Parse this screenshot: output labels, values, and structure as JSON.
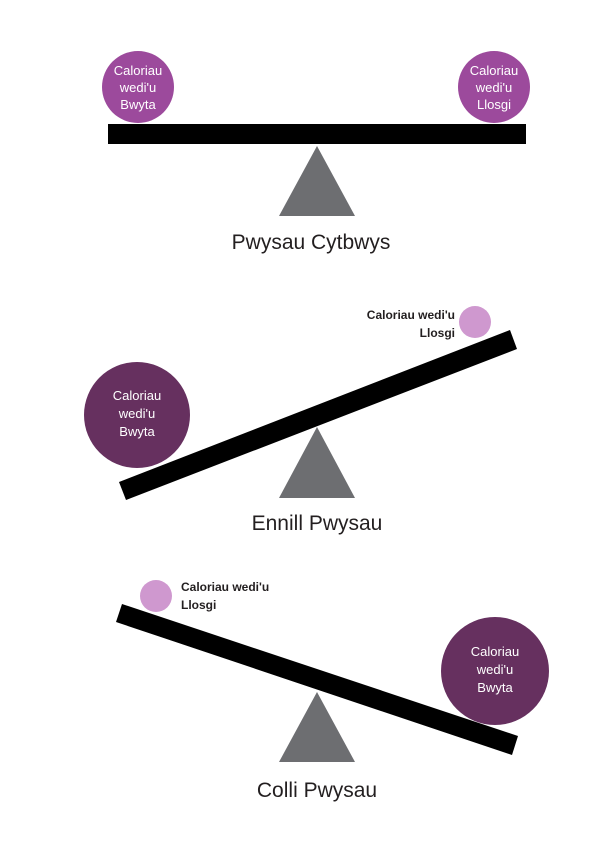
{
  "colors": {
    "beam": "#000000",
    "pivot": "#6d6e71",
    "ball_medium": "#9c4a9c",
    "ball_dark": "#66305f",
    "ball_light": "#cf98cf",
    "text": "#231f20"
  },
  "scales": [
    {
      "caption": "Pwysau Cytbwys",
      "eaten_label": [
        "Caloriau",
        "wedi'u",
        "Bwyta"
      ],
      "burned_label": [
        "Caloriau",
        "wedi'u",
        "Llosgi"
      ]
    },
    {
      "caption": "Ennill Pwysau",
      "eaten_label": [
        "Caloriau",
        "wedi'u",
        "Bwyta"
      ],
      "burned_label": [
        "Caloriau wedi'u",
        "Llosgi"
      ]
    },
    {
      "caption": "Colli Pwysau",
      "eaten_label": [
        "Caloriau",
        "wedi'u",
        "Bwyta"
      ],
      "burned_label": [
        "Caloriau wedi'u",
        "Llosgi"
      ]
    }
  ]
}
